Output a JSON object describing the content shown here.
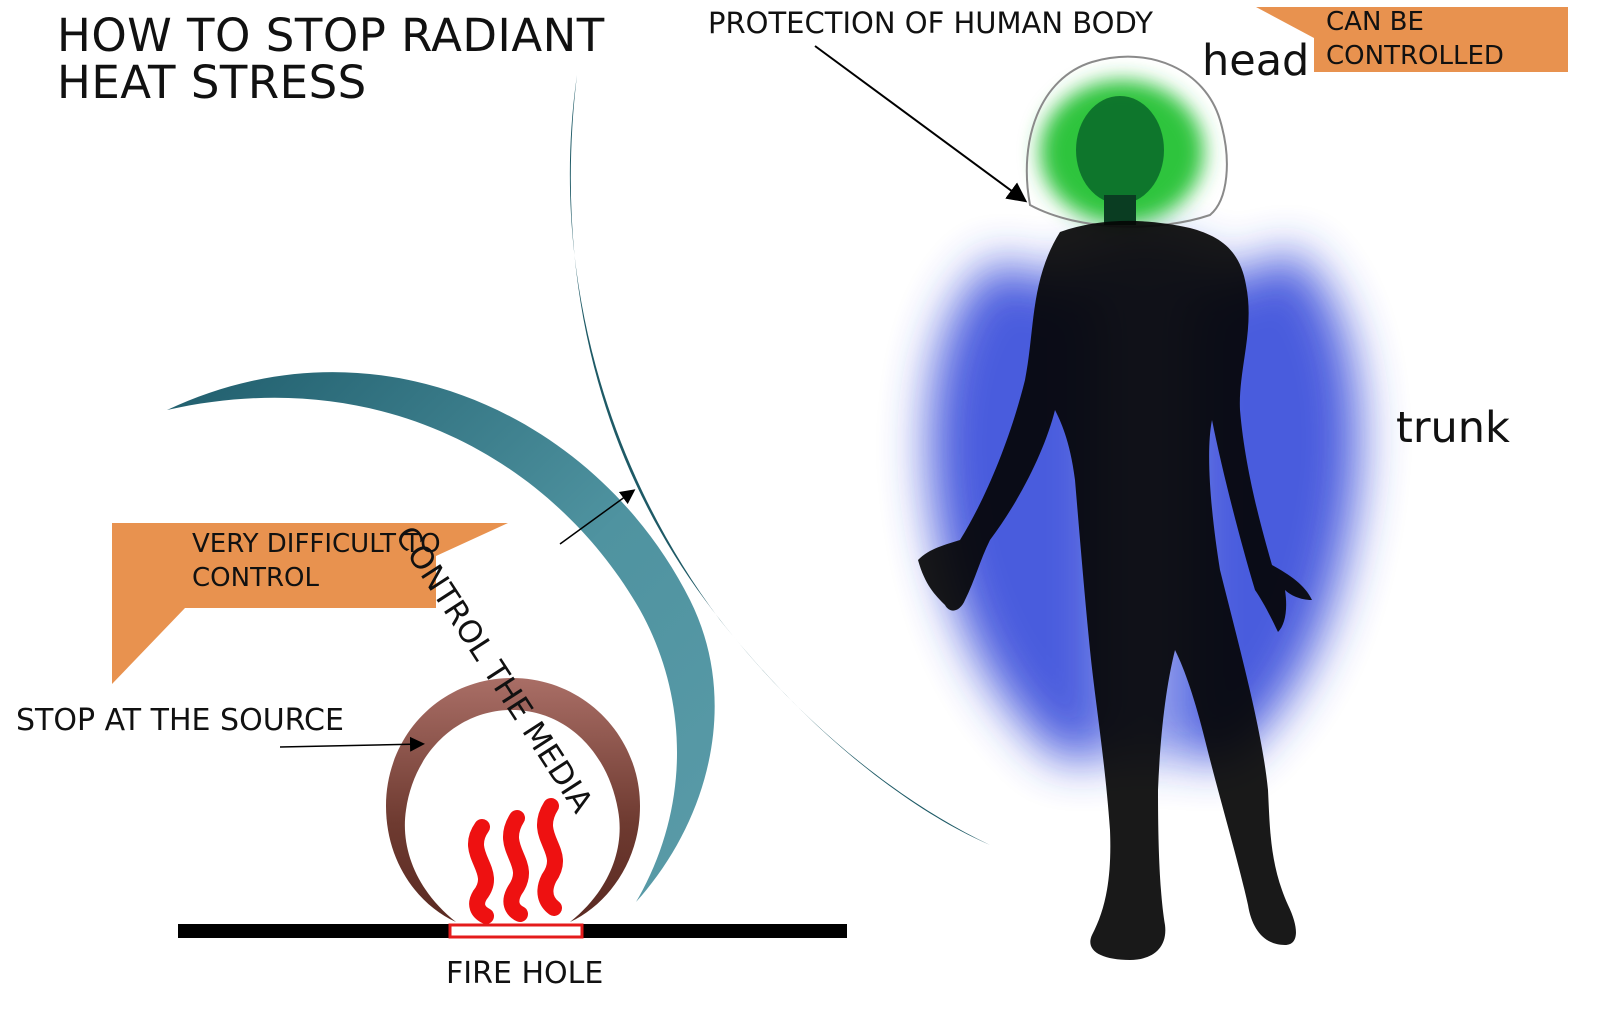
{
  "diagram": {
    "title_line1": "HOW TO STOP RADIANT",
    "title_line2": "HEAT STRESS",
    "labels": {
      "protection": "PROTECTION OF HUMAN BODY",
      "head": "head",
      "trunk": "trunk",
      "control_media": "CONTROL THE MEDIA",
      "stop_source": "STOP AT THE SOURCE",
      "fire_hole": "FIRE HOLE"
    },
    "callouts": {
      "can_be_controlled_line1": "CAN BE",
      "can_be_controlled_line2": "CONTROLLED",
      "very_difficult_line1": "VERY DIFFICULT TO",
      "very_difficult_line2": "CONTROL"
    },
    "colors": {
      "callout": "#e8924f",
      "outer_arc": "#1e5a66",
      "inner_arc": "#4a8d99",
      "source_ring": "#8a4b40",
      "flames": "#ee1111",
      "head_glow": "#2ec43d",
      "trunk_glow": "#2a3fd8",
      "body": "#050505",
      "ground": "#000000"
    },
    "icons": {
      "flame": "flame-icon",
      "human": "human-silhouette-icon"
    }
  }
}
